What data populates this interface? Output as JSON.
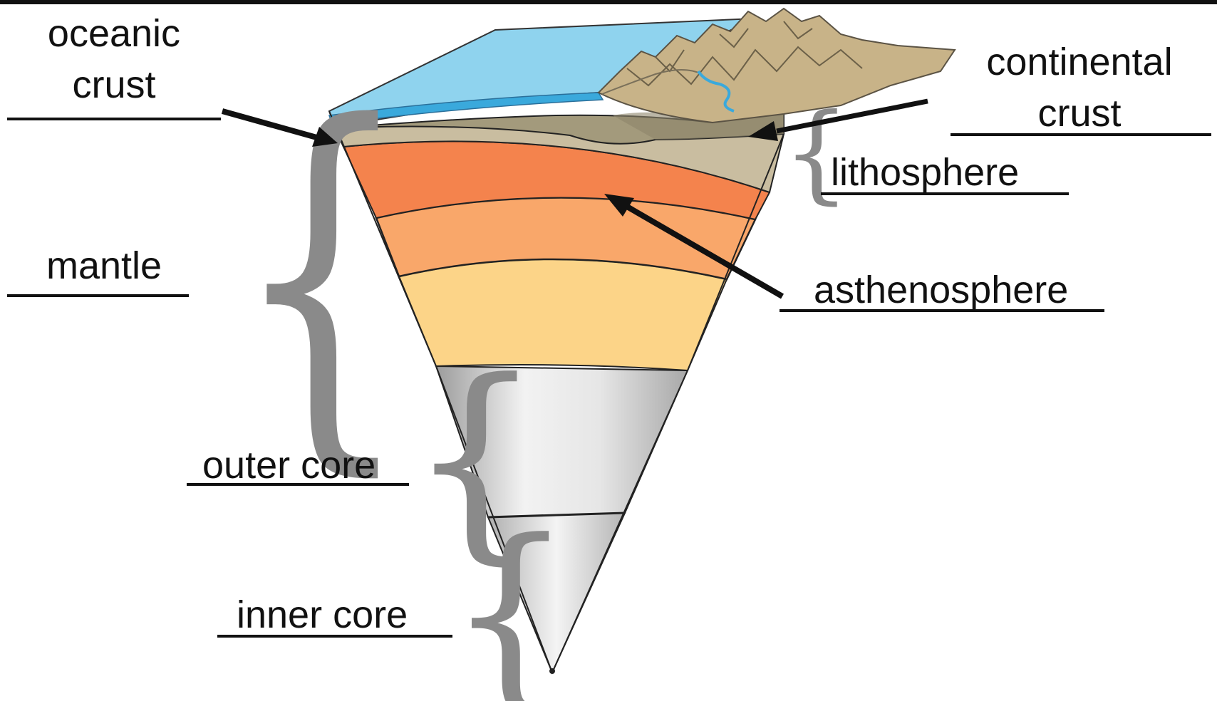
{
  "labels": {
    "oceanic_crust": [
      "oceanic",
      "crust"
    ],
    "continental_crust": [
      "continental",
      "crust"
    ],
    "lithosphere": "lithosphere",
    "mantle": "mantle",
    "asthenosphere": "asthenosphere",
    "outer_core": "outer core",
    "inner_core": "inner core"
  },
  "colors": {
    "ocean": "#8fd3ee",
    "ocean_edge": "#3aa9dc",
    "continental_crust": "#a39a7c",
    "mountains": "#c8b388",
    "lithosphere": "#c9bda0",
    "asthenosphere": "#f4834d",
    "middle_mantle": "#f9a76a",
    "lower_mantle": "#fcd488",
    "core": "#e2e2e2",
    "brace": "#8a8a8a",
    "arrow": "#111111"
  }
}
